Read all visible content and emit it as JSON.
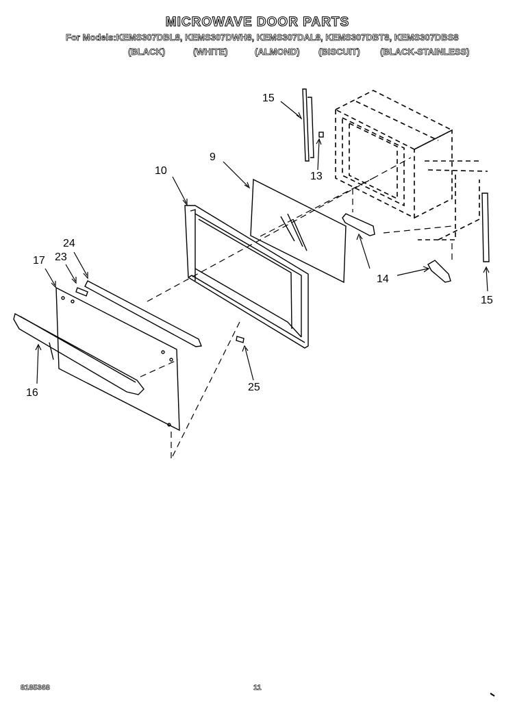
{
  "header": {
    "title": "MICROWAVE DOOR PARTS",
    "models_line": "For Models:KEMS307DBL8, KEMS307DWH8, KEMS307DAL8, KEMS307DBT8, KEMS307DBS8",
    "colors": [
      "(BLACK)",
      "(WHITE)",
      "(ALMOND)",
      "(BISCUIT)",
      "(BLACK-STAINLESS)"
    ]
  },
  "parts": {
    "p9": "9",
    "p10": "10",
    "p13": "13",
    "p14": "14",
    "p15a": "15",
    "p15b": "15",
    "p16": "16",
    "p17": "17",
    "p23": "23",
    "p24": "24",
    "p25": "25"
  },
  "footer": {
    "doc_number": "8185368",
    "page_number": "11"
  }
}
